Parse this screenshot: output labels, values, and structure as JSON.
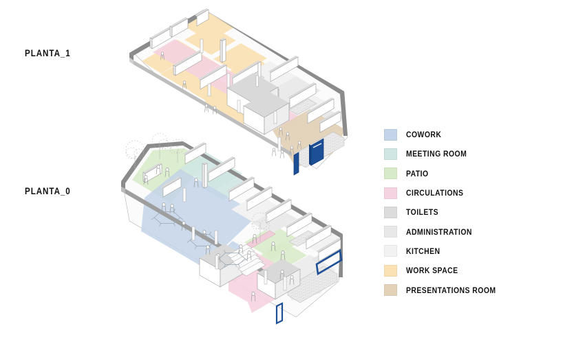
{
  "document": {
    "type": "axonometric-floor-plan-diagram",
    "background_color": "#ffffff"
  },
  "plans": [
    {
      "id": "planta_1",
      "label": "PLANTA_1",
      "description": "Upper floor axonometric cutaway",
      "rooms": [
        "work space",
        "circulations",
        "presentations room",
        "toilets",
        "administration",
        "kitchen"
      ]
    },
    {
      "id": "planta_0",
      "label": "PLANTA_0",
      "description": "Ground floor axonometric cutaway",
      "rooms": [
        "cowork",
        "meeting room",
        "patio",
        "circulations",
        "toilets",
        "administration",
        "kitchen"
      ]
    }
  ],
  "legend": {
    "items": [
      {
        "label": "COWORK",
        "color": "#c3d4e8"
      },
      {
        "label": "MEETING ROOM",
        "color": "#cfe6e2"
      },
      {
        "label": "PATIO",
        "color": "#d8ebc8"
      },
      {
        "label": "CIRCULATIONS",
        "color": "#f6d3e0"
      },
      {
        "label": "TOILETS",
        "color": "#dcdcdc"
      },
      {
        "label": "ADMINISTRATION",
        "color": "#e8e8e8"
      },
      {
        "label": "KITCHEN",
        "color": "#f2f2f2"
      },
      {
        "label": "WORK SPACE",
        "color": "#fae2b5"
      },
      {
        "label": "PRESENTATIONS ROOM",
        "color": "#e3d2b8"
      }
    ]
  },
  "accents": {
    "door_blue": "#1d4f96",
    "wall_gray": "#8b8b8b",
    "text_color": "#121212"
  }
}
